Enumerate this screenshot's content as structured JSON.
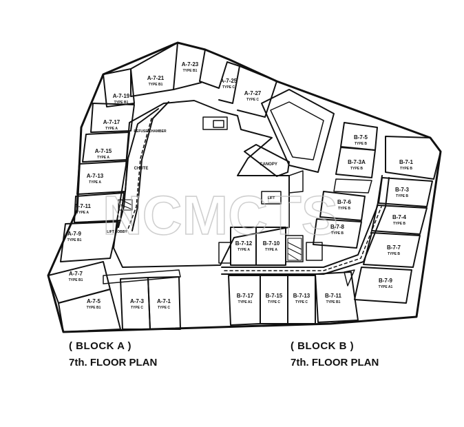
{
  "captions": {
    "block_a": "( BLOCK A )",
    "block_a_floor": "7th. FLOOR PLAN",
    "block_b": "( BLOCK B )",
    "block_b_floor": "7th. FLOOR PLAN"
  },
  "watermark": "NCMCTS",
  "units": {
    "a_7_23": "A-7-23",
    "a_7_21": "A-7-21",
    "a_7_25": "A-7-25",
    "a_7_27": "A-7-27",
    "a_7_19": "A-7-19",
    "a_7_17": "A-7-17",
    "a_7_15": "A-7-15",
    "a_7_13": "A-7-13",
    "a_7_11": "A-7-11",
    "a_7_9": "A-7-9",
    "a_7_7": "A-7-7",
    "a_7_5": "A-7-5",
    "a_7_3": "A-7-3",
    "a_7_1": "A-7-1",
    "b_7_5": "B-7-5",
    "b_7_3a": "B-7-3A",
    "b_7_1": "B-7-1",
    "b_7_3": "B-7-3",
    "b_7_6": "B-7-6",
    "b_7_8": "B-7-8",
    "b_7_4": "B-7-4",
    "b_7_12": "B-7-12",
    "b_7_10": "B-7-10",
    "b_7_7": "B-7-7",
    "b_7_9": "B-7-9",
    "b_7_17": "B-7-17",
    "b_7_15": "B-7-15",
    "b_7_13": "B-7-13",
    "b_7_11": "B-7-11"
  },
  "types": {
    "type_a": "TYPE A",
    "type_b": "TYPE B",
    "type_c": "TYPE C",
    "type_b1": "TYPE B1",
    "type_a1": "TYPE A1"
  },
  "rooms": {
    "chute": "CHUTE",
    "canopy": "CANOPY",
    "refuse_chamber": "REFUSE CHAMBER",
    "lift_lobby": "LIFT LOBBY",
    "lift": "LIFT"
  }
}
